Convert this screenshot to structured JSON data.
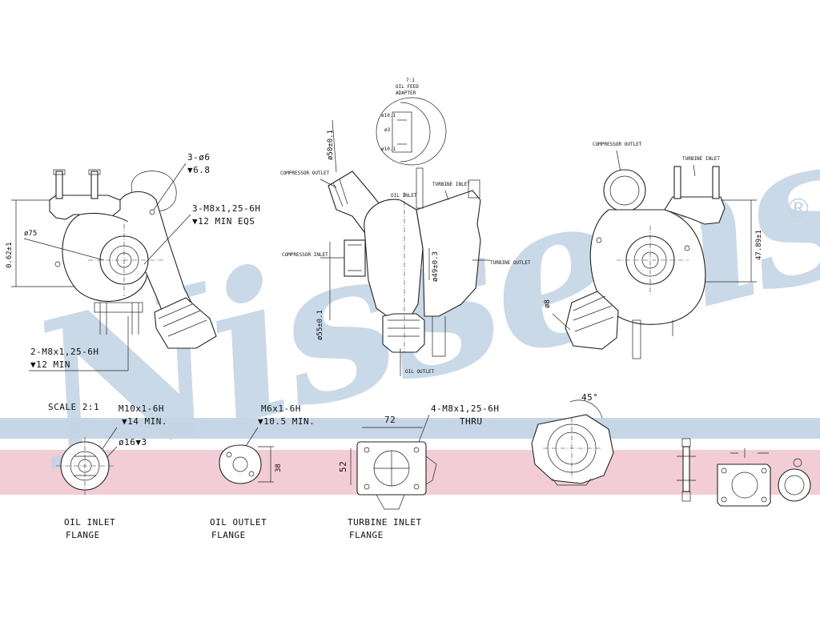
{
  "watermark": {
    "brand": "Nissens",
    "registered_mark": "®",
    "band_colors": {
      "blue": "#c7d6e6",
      "pink": "#f3cdd6",
      "brand_blue": "#c5d5e5"
    }
  },
  "top_views": {
    "left": {
      "dim_height": "0.62±1",
      "dim_diameter": "ø75",
      "holes": "3-ø6",
      "holes_depth": "▼6.8",
      "thread1": "3-M8x1,25-6H",
      "thread1_depth": "▼12 MIN  EQS",
      "thread2": "2-M8x1,25-6H",
      "thread2_depth": "▼12 MIN"
    },
    "center": {
      "detail_title": "7:1",
      "detail_sub1": "OIL FEED",
      "detail_sub2": "ADAPTER",
      "detail_d1": "ø10.1",
      "detail_d2": "ø3",
      "detail_d3": "ø10.1",
      "dim_top": "ø50±0.1",
      "dim_mid": "ø49±0.3",
      "dim_bottom": "ø55±0.1",
      "compressor_outlet": "COMPRESSOR OUTLET",
      "compressor_inlet": "COMPRESSOR INLET",
      "turbine_inlet": "TURBINE INLET",
      "turbine_outlet": "TURBINE OUTLET",
      "oil_inlet": "OIL INLET",
      "oil_outlet": "OIL OUTLET"
    },
    "right": {
      "compressor_outlet": "COMPRESSOR OUTLET",
      "turbine_inlet": "TURBINE INLET",
      "dim_right": "47.89±1",
      "dim_left": "ø8"
    }
  },
  "flanges": {
    "scale": "SCALE 2:1",
    "oil_inlet": {
      "thread": "M10x1-6H",
      "depth": "▼14 MIN.",
      "bore": "ø16▼3",
      "label1": "OIL INLET",
      "label2": "FLANGE"
    },
    "oil_outlet": {
      "thread": "M6x1-6H",
      "depth": "▼10.5 MIN.",
      "dim": "38",
      "label1": "OIL OUTLET",
      "label2": "FLANGE"
    },
    "turbine_inlet": {
      "thread": "4-M8x1,25-6H",
      "thru": "THRU",
      "width": "72",
      "height": "52",
      "label1": "TURBINE INLET",
      "label2": "FLANGE"
    },
    "outlet_angle": "45°"
  }
}
